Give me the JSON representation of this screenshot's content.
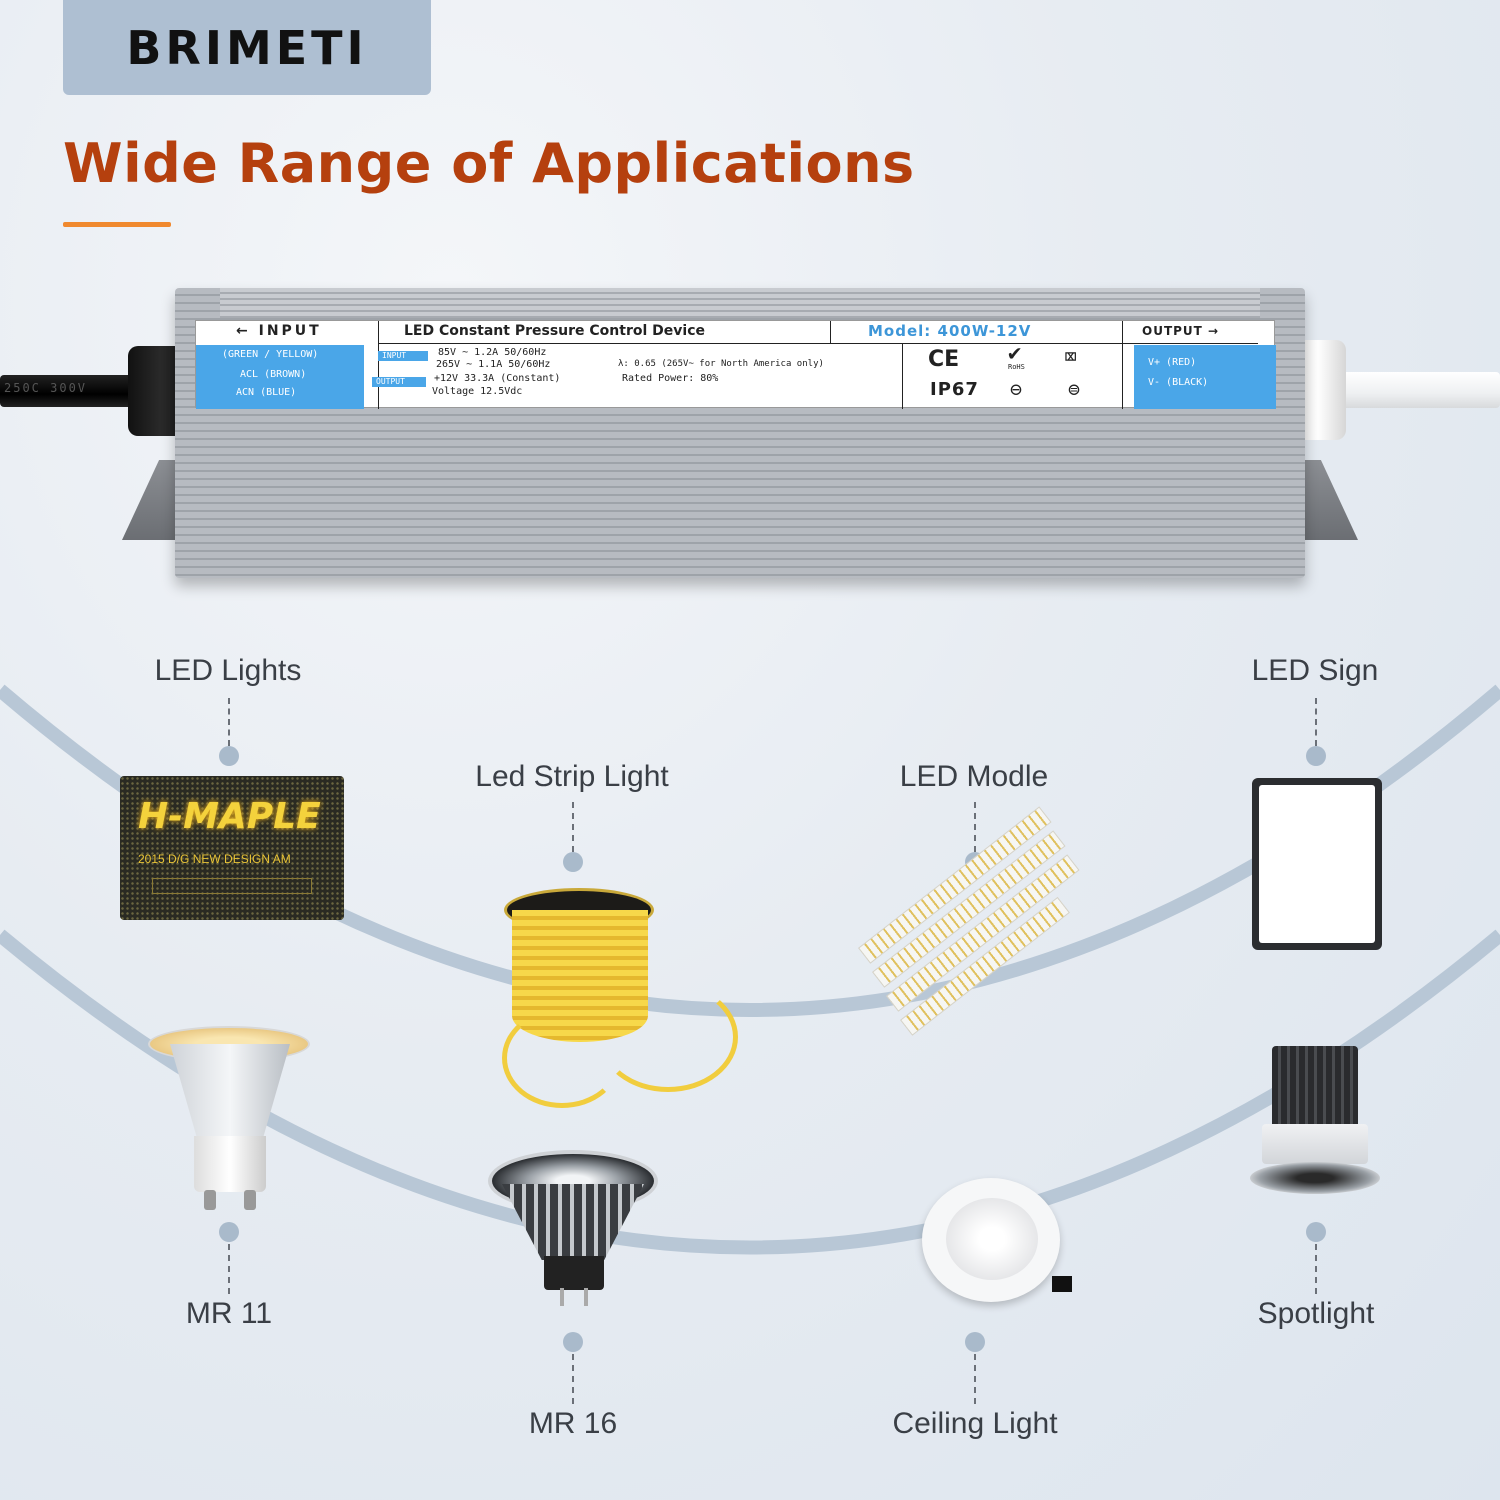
{
  "brand": {
    "name": "BRIMETI"
  },
  "headline": "Wide Range of Applications",
  "colors": {
    "headline": "#b5400e",
    "accent_underline": "#f0892e",
    "label_blue": "#4aa6e8",
    "arc": "#b8c7d6"
  },
  "device": {
    "cable_print": "250C 300V",
    "input_header": "INPUT",
    "input_wires": [
      "(GREEN / YELLOW)",
      "ACL (BROWN)",
      "ACN (BLUE)"
    ],
    "title": "LED Constant Pressure Control Device",
    "model": "Model: 400W-12V",
    "input_tag": "INPUT",
    "output_tag": "OUTPUT",
    "spec_lines": [
      "85V ~ 1.2A 50/60Hz",
      "265V ~ 1.1A 50/60Hz",
      "+12V  33.3A  (Constant)",
      "Voltage 12.5Vdc"
    ],
    "pf_line": "λ: 0.65 (265V~ for North America only)",
    "efficiency_line": "Rated Power: 80%",
    "cert_ce": "CE",
    "cert_rohs": "RoHS",
    "cert_ip": "IP67",
    "output_header": "OUTPUT",
    "output_wires": [
      "V+   (RED)",
      "V-   (BLACK)"
    ]
  },
  "applications": {
    "led_lights": "LED Lights",
    "led_strip": "Led Strip Light",
    "led_module": "LED Modle",
    "led_sign": "LED Sign",
    "mr11": "MR 11",
    "mr16": "MR 16",
    "ceiling": "Ceiling Light",
    "spotlight": "Spotlight"
  },
  "sign_board": {
    "title": "H-MAPLE",
    "subtitle": "2015 D/G  NEW DESIGN AM"
  }
}
